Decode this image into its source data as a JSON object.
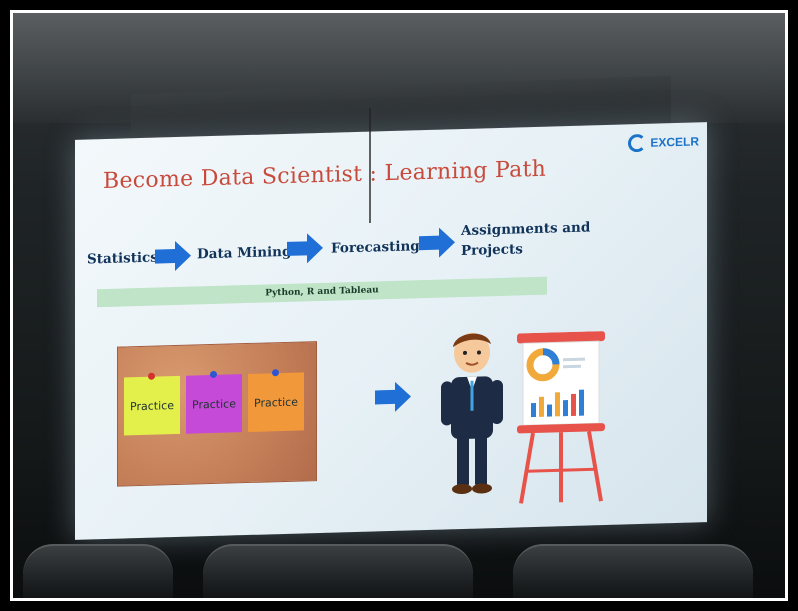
{
  "slide": {
    "logo": "EXCELR",
    "title": "Become Data Scientist : Learning Path",
    "steps": [
      "Statistics",
      "Data Mining",
      "Forecasting",
      "Assignments and Projects"
    ],
    "tools_bar": "Python, R and Tableau",
    "notes": [
      "Practice",
      "Practice",
      "Practice"
    ],
    "colors": {
      "arrow": "#1f6fd6",
      "title": "#c74a3b",
      "logo": "#1a73c8",
      "note_yellow": "#e3ef4b",
      "note_purple": "#c54ad8",
      "note_orange": "#f0983a",
      "tools_bar": "#bfe4c7"
    }
  }
}
